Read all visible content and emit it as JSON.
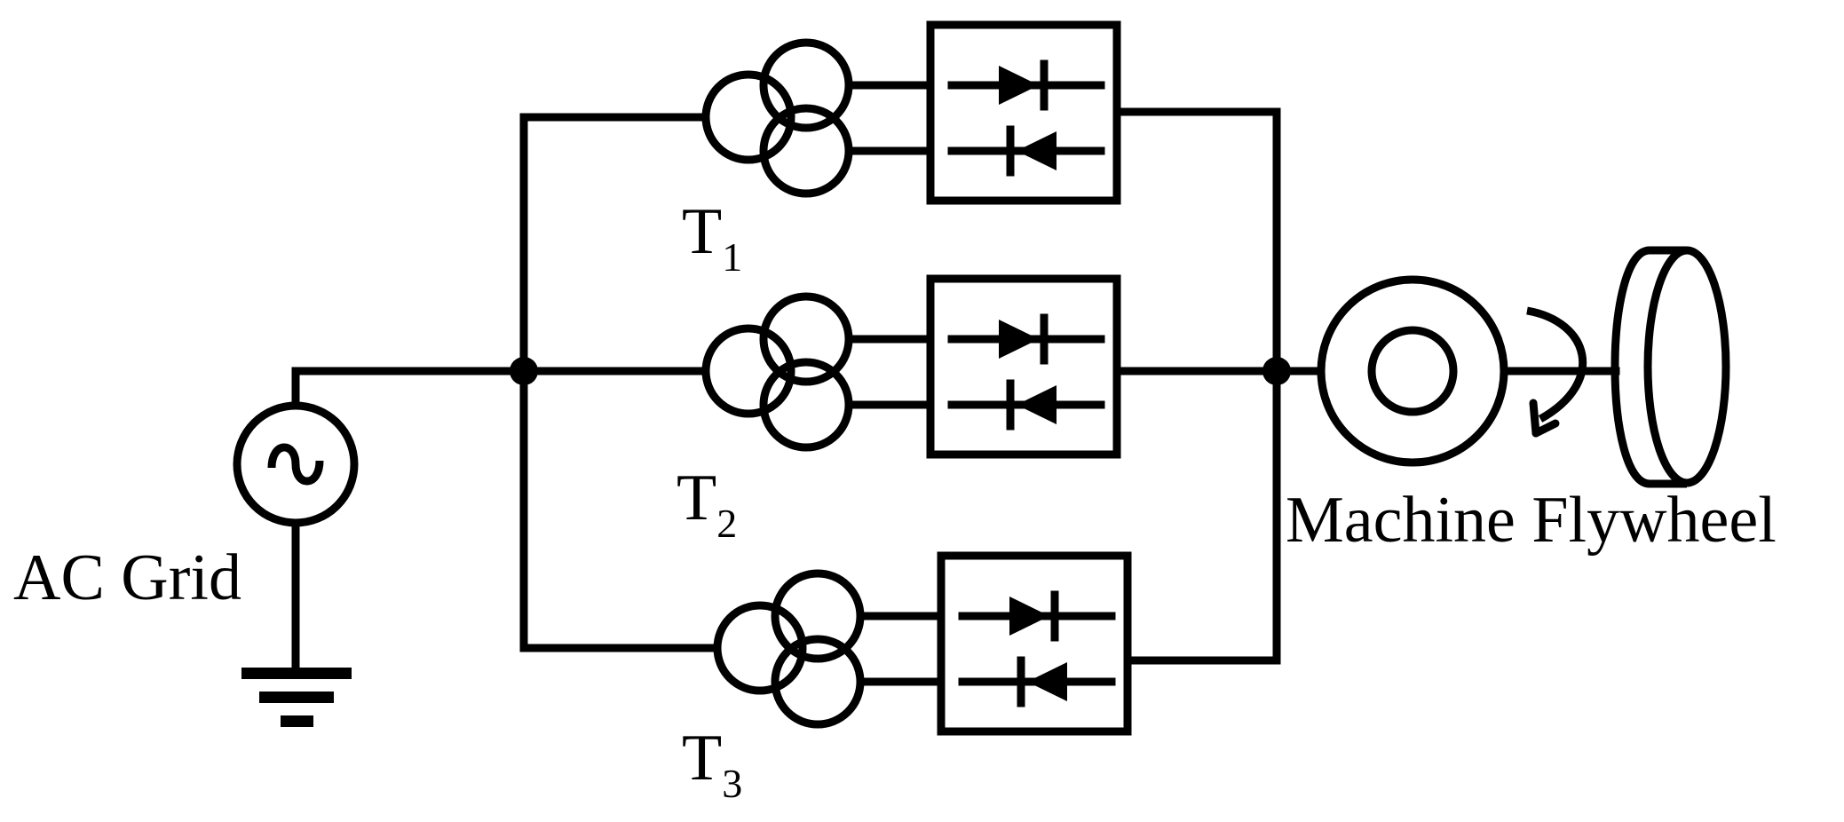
{
  "labels": {
    "ac_grid": "AC Grid",
    "machine_flywheel": "Machine Flywheel",
    "transformers": [
      {
        "main": "T",
        "sub": "1"
      },
      {
        "main": "T",
        "sub": "2"
      },
      {
        "main": "T",
        "sub": "3"
      }
    ]
  }
}
